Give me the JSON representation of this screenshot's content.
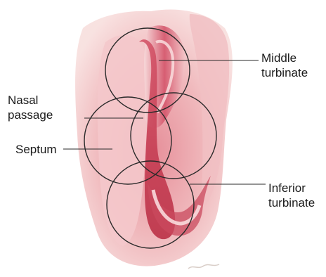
{
  "labels": {
    "middle_turbinate": [
      "Middle",
      "turbinate"
    ],
    "nasal_passage": [
      "Nasal",
      "passage"
    ],
    "septum": [
      "Septum"
    ],
    "inferior_turbinate": [
      "Inferior",
      "turbinate"
    ]
  },
  "colors": {
    "tissue_light": "#f6d5d6",
    "tissue_mid": "#e9a0a5",
    "tissue_deep": "#c83a4e",
    "outline": "#2a2a2a"
  }
}
